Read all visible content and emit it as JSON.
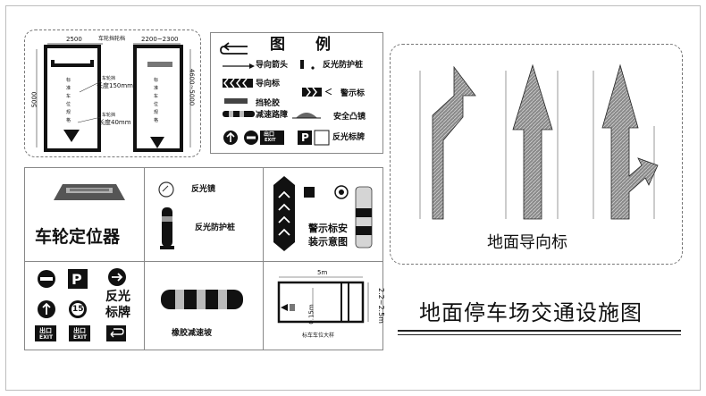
{
  "parking_panel": {
    "dim_top_left": "2500",
    "title_left": "车轮挡轮档",
    "dim_top_right": "2200~2300",
    "dim_side_left": "5000",
    "dim_side_right": "4600~5000",
    "label_mid_top": "车轮挡",
    "label_mid_value": "长度150mm",
    "label_mid_bot": "车轮挡",
    "label_bot_value": "长度40mm",
    "stall_text_left": [
      "标",
      "准",
      "车",
      "位",
      "规",
      "格"
    ],
    "stall_text_right": [
      "标",
      "准",
      "车",
      "位",
      "规",
      "格"
    ]
  },
  "legend": {
    "title": "图　　例",
    "items": [
      "导向箭头",
      "反光防护桩",
      "导向标",
      "警示标",
      "挡轮胶",
      "安全凸镜",
      "减速路障",
      "反光标牌"
    ],
    "warn_prefix": "＜",
    "exit_label": "出口",
    "exit_en": "EXIT",
    "parking_p": "P"
  },
  "ground_guide": {
    "title": "地面导向标"
  },
  "wheel_locator": {
    "title": "车轮定位器"
  },
  "mirror_post": {
    "mirror_label": "反光镜",
    "post_label": "反光防护桩"
  },
  "warning_sign": {
    "label_line1": "警示标安",
    "label_line2": "装示意图"
  },
  "signs": {
    "label_line1": "反光",
    "label_line2": "标牌",
    "speed_value": "15",
    "parking_p": "P",
    "exit_label": "出口",
    "exit_en": "EXIT"
  },
  "speed_bump": {
    "title": "橡胶减速坡"
  },
  "stall_detail": {
    "dim_top": "5m",
    "dim_side": "2.2~2.5m",
    "dim_inner": "0.15m",
    "title": "标车车位大样"
  },
  "main_title": "地面停车场交通设施图",
  "colors": {
    "dark": "#1a1a1a",
    "gray": "#888888",
    "hatch": "#9a9a9a",
    "bump_yellow": "#bbbbbb"
  }
}
